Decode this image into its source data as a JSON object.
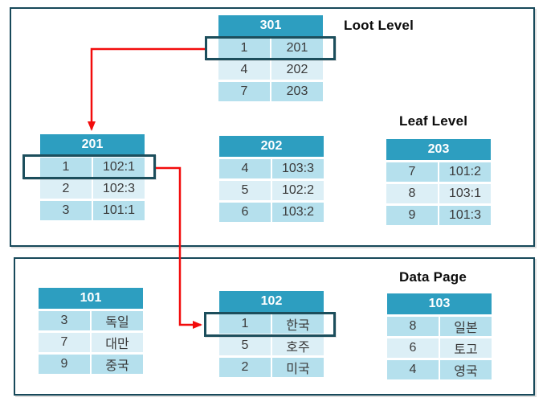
{
  "diagram": {
    "labels": {
      "root_level": "Loot Level",
      "leaf_level": "Leaf Level",
      "data_page": "Data Page"
    },
    "colors": {
      "table_header": "#2D9EC0",
      "row_dark": "#B5E0ED",
      "row_light": "#DCEFF6",
      "outer_border": "#17495A",
      "highlight_border": "#1C4E5C",
      "arrow": "#F20C0C",
      "header_text": "#FFFFFF",
      "cell_text": "#3A3A3A"
    },
    "tables": {
      "t301": {
        "title": "301",
        "rows": [
          [
            "1",
            "201"
          ],
          [
            "4",
            "202"
          ],
          [
            "7",
            "203"
          ]
        ]
      },
      "t201": {
        "title": "201",
        "rows": [
          [
            "1",
            "102:1"
          ],
          [
            "2",
            "102:3"
          ],
          [
            "3",
            "101:1"
          ]
        ]
      },
      "t202": {
        "title": "202",
        "rows": [
          [
            "4",
            "103:3"
          ],
          [
            "5",
            "102:2"
          ],
          [
            "6",
            "103:2"
          ]
        ]
      },
      "t203": {
        "title": "203",
        "rows": [
          [
            "7",
            "101:2"
          ],
          [
            "8",
            "103:1"
          ],
          [
            "9",
            "101:3"
          ]
        ]
      },
      "t101": {
        "title": "101",
        "rows": [
          [
            "3",
            "독일"
          ],
          [
            "7",
            "대만"
          ],
          [
            "9",
            "중국"
          ]
        ]
      },
      "t102": {
        "title": "102",
        "rows": [
          [
            "1",
            "한국"
          ],
          [
            "5",
            "호주"
          ],
          [
            "2",
            "미국"
          ]
        ]
      },
      "t103": {
        "title": "103",
        "rows": [
          [
            "8",
            "일본"
          ],
          [
            "6",
            "토고"
          ],
          [
            "4",
            "영국"
          ]
        ]
      }
    },
    "highlighted_rows": [
      {
        "table": "301",
        "key": "1",
        "value": "201"
      },
      {
        "table": "201",
        "key": "1",
        "value": "102:1"
      },
      {
        "table": "102",
        "key": "1",
        "value": "한국"
      }
    ],
    "arrows": [
      {
        "from": "301 row [1,201]",
        "to": "table 201 header"
      },
      {
        "from": "201 row [1,102:1]",
        "to": "102 row [1,한국]"
      }
    ]
  }
}
